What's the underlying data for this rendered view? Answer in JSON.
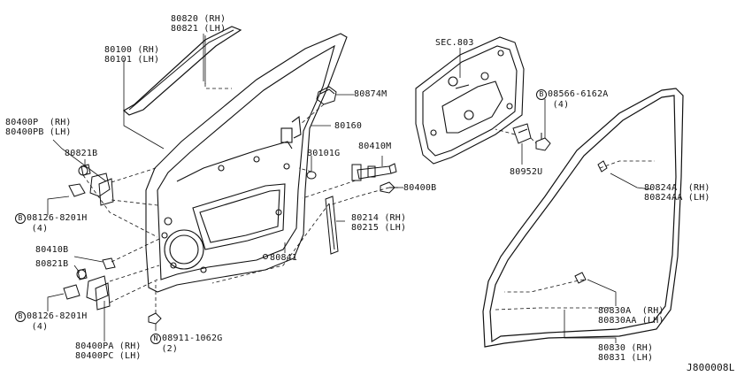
{
  "diagram_code": "J800008L",
  "labels": {
    "p80820": [
      "80820 (RH)",
      "80821 (LH)"
    ],
    "p80100": [
      "80100 (RH)",
      "80101 (LH)"
    ],
    "p80874M": "80874M",
    "p80160": "80160",
    "p80400P": [
      "80400P  (RH)",
      "80400PB (LH)"
    ],
    "p80821B_top": "80821B",
    "bolt_top": {
      "circle": "B",
      "part": "08126-8201H",
      "qty": "(4)"
    },
    "p80101G": "80101G",
    "p80410M": "80410M",
    "p80400B": "80400B",
    "p80214": [
      "80214 (RH)",
      "80215 (LH)"
    ],
    "p80841": "80841",
    "p80410B": "80410B",
    "p80821B_bot": "80821B",
    "bolt_bot": {
      "circle": "B",
      "part": "08126-8201H",
      "qty": "(4)"
    },
    "p80400PA": [
      "80400PA (RH)",
      "80400PC (LH)"
    ],
    "nut": {
      "circle": "N",
      "part": "08911-1062G",
      "qty": "(2)"
    },
    "sec803": "SEC.803",
    "bolt_right": {
      "circle": "B",
      "part": "08566-6162A",
      "qty": "(4)"
    },
    "p80952U": "80952U",
    "p80824A": [
      "80824A  (RH)",
      "80824AA (LH)"
    ],
    "p80830A": [
      "80830A  (RH)",
      "80830AA (LH)"
    ],
    "p80830": [
      "80830 (RH)",
      "80831 (LH)"
    ]
  }
}
